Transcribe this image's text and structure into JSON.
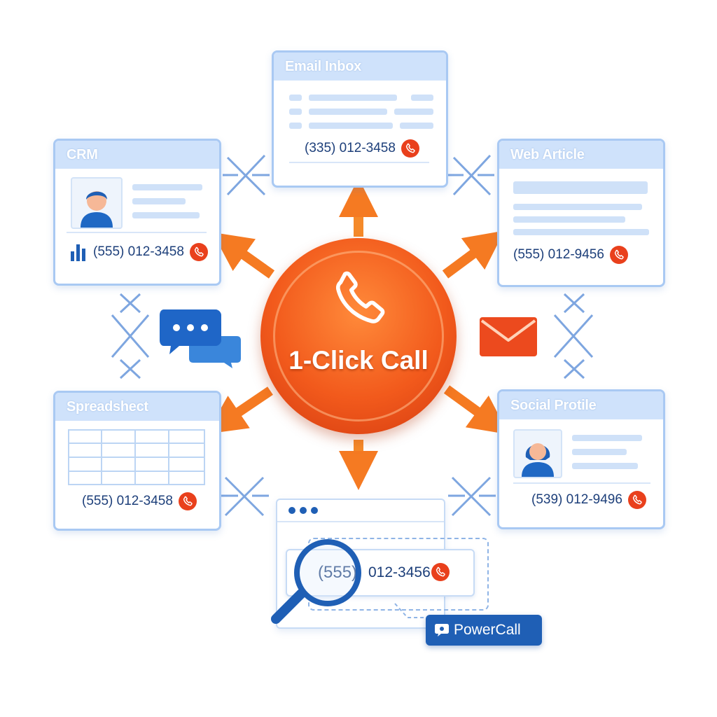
{
  "center": {
    "label": "1-Click Call"
  },
  "cards": {
    "email": {
      "title": "Email Inbox",
      "phone": "(335) 012-3458"
    },
    "crm": {
      "title": "CRM",
      "phone": "(555) 012-3458"
    },
    "web": {
      "title": "Web Article",
      "phone": "(555) 012-9456"
    },
    "spreadsheet": {
      "title": "Spreadshect",
      "phone": "(555) 012-3458"
    },
    "social": {
      "title": "Social Protile",
      "phone": "(539) 012-9496"
    }
  },
  "browser": {
    "phone_area": "(555)",
    "phone_rest": "012-3456"
  },
  "badge": {
    "label": "PowerCall"
  },
  "icons": [
    "phone-icon",
    "chat-bubbles-icon",
    "envelope-icon",
    "magnifier-icon",
    "avatar-icon",
    "bar-chart-icon"
  ],
  "colors": {
    "accent_orange": "#e9401c",
    "arrow_orange": "#f57a22",
    "card_blue": "#a9c9f3",
    "brand_blue": "#1f5fb5"
  }
}
